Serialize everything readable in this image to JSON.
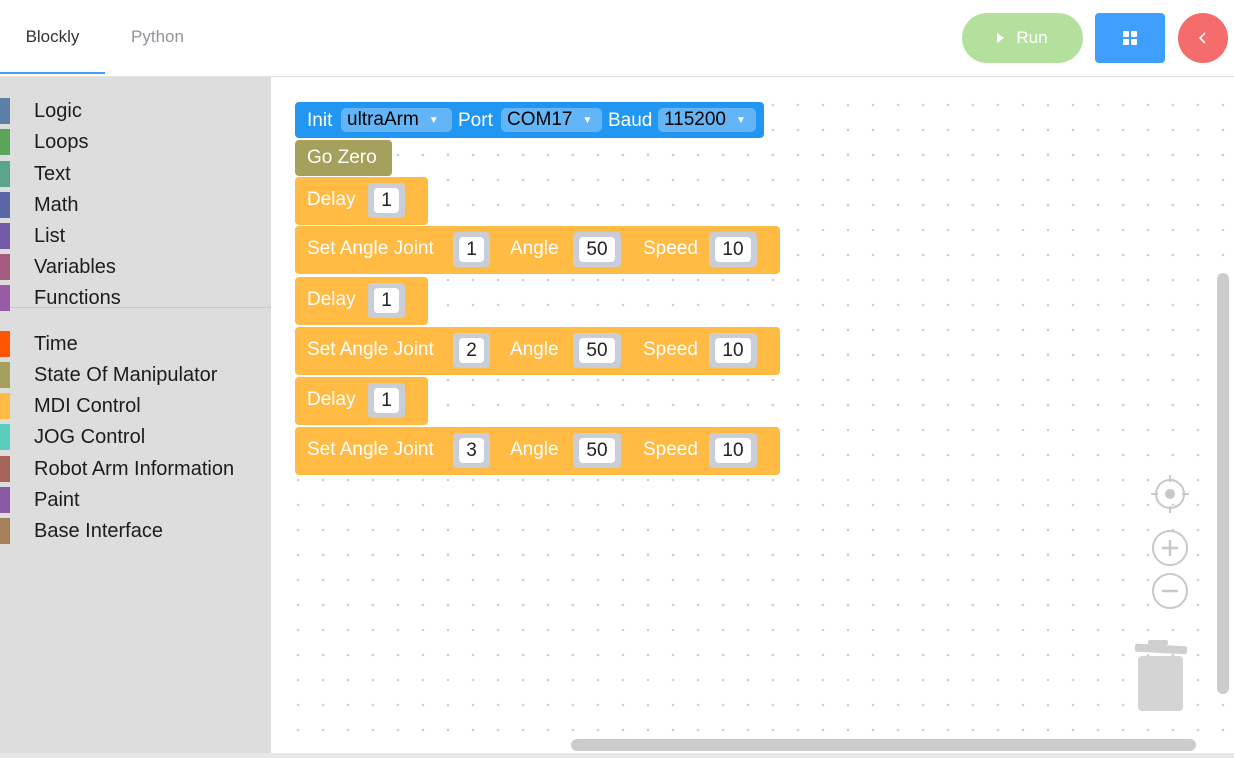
{
  "tabs": [
    {
      "label": "Blockly",
      "active": true
    },
    {
      "label": "Python",
      "active": false
    }
  ],
  "toolbar": {
    "run_label": "Run",
    "grid_icon": "grid-icon",
    "back_icon": "chevron-left-icon",
    "colors": {
      "run": "#b3e19d",
      "grid": "#409eff",
      "back": "#f56c6c"
    }
  },
  "toolbox": {
    "groups": [
      [
        {
          "label": "Logic",
          "color": "#5b80a5"
        },
        {
          "label": "Loops",
          "color": "#5ba55b"
        },
        {
          "label": "Text",
          "color": "#5ba58c"
        },
        {
          "label": "Math",
          "color": "#5b67a5"
        },
        {
          "label": "List",
          "color": "#745ba5"
        },
        {
          "label": "Variables",
          "color": "#a55b80"
        },
        {
          "label": "Functions",
          "color": "#995ba5"
        }
      ],
      [
        {
          "label": "Time",
          "color": "#ff5500"
        },
        {
          "label": "State Of Manipulator",
          "color": "#a5a05b"
        },
        {
          "label": "MDI Control",
          "color": "#ffbb44"
        },
        {
          "label": "JOG Control",
          "color": "#5bcdbc"
        },
        {
          "label": "Robot Arm Information",
          "color": "#a5655b"
        },
        {
          "label": "Paint",
          "color": "#8a5ba5"
        },
        {
          "label": "Base Interface",
          "color": "#a5805b"
        }
      ]
    ]
  },
  "blocks": {
    "init": {
      "label": "Init",
      "robot": "ultraArm",
      "port_label": "Port",
      "port": "COM17",
      "baud_label": "Baud",
      "baud": "115200",
      "color": "#2196f3"
    },
    "go_zero": {
      "label": "Go Zero",
      "color": "#a5a05b"
    },
    "sequence": [
      {
        "type": "delay",
        "label": "Delay",
        "value": "1"
      },
      {
        "type": "angle",
        "label": "Set Angle Joint",
        "joint": "1",
        "angle_label": "Angle",
        "angle": "50",
        "speed_label": "Speed",
        "speed": "10"
      },
      {
        "type": "delay",
        "label": "Delay",
        "value": "1"
      },
      {
        "type": "angle",
        "label": "Set Angle Joint",
        "joint": "2",
        "angle_label": "Angle",
        "angle": "50",
        "speed_label": "Speed",
        "speed": "10"
      },
      {
        "type": "delay",
        "label": "Delay",
        "value": "1"
      },
      {
        "type": "angle",
        "label": "Set Angle Joint",
        "joint": "3",
        "angle_label": "Angle",
        "angle": "50",
        "speed_label": "Speed",
        "speed": "10"
      }
    ],
    "mdi_color": "#ffbb44"
  },
  "workspace_controls": [
    "center-icon",
    "zoom-in-icon",
    "zoom-out-icon",
    "trash-icon"
  ]
}
